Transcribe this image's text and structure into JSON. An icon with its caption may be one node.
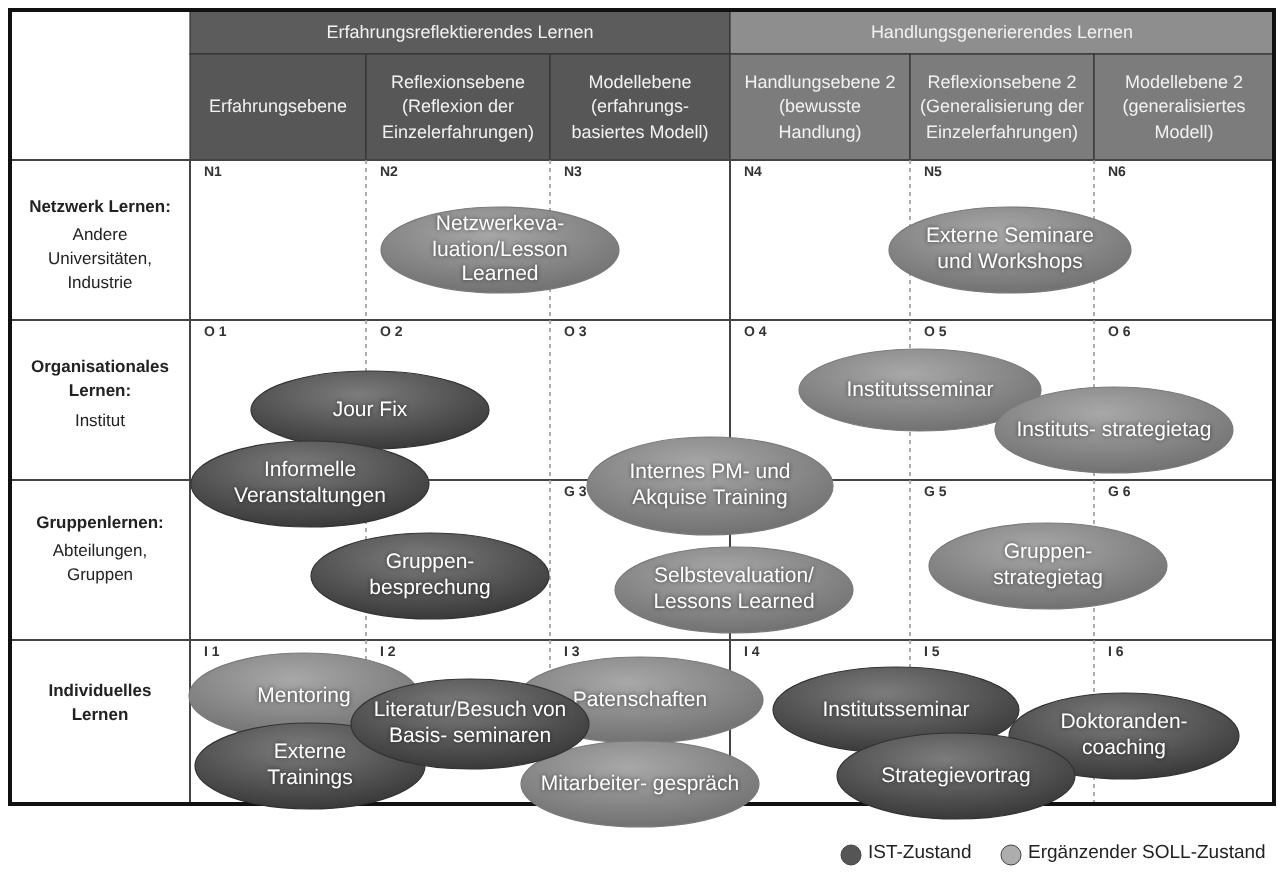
{
  "diagram": {
    "nodes": [
      {
        "text": [
          "Netzwerkeva- luation/Lesson Learned"
        ]
      },
      {
        "text": [
          "Externe Seminare und Workshops"
        ]
      },
      {
        "text": [
          "Jour Fix"
        ]
      },
      {
        "text": [
          "Institutsseminar"
        ]
      },
      {
        "text": [
          "Instituts- strategietag"
        ]
      },
      {
        "text": [
          "Informelle Veranstaltungen"
        ]
      },
      {
        "text": [
          "Internes PM- und Akquise Training"
        ]
      },
      {
        "text": [
          "Gruppen- besprechung"
        ]
      },
      {
        "text": [
          "Selbstevaluation/ Lessons Learned"
        ]
      },
      {
        "text": [
          "Gruppen- strategietag"
        ]
      },
      {
        "text": [
          "Mentoring"
        ]
      },
      {
        "text": [
          "Literatur/Besuch von Basis- seminaren"
        ]
      },
      {
        "text": [
          "Patenschaften"
        ]
      },
      {
        "text": [
          "Institutsseminar"
        ]
      },
      {
        "text": [
          "Doktoranden- coaching"
        ]
      },
      {
        "text": [
          "Externe Trainings"
        ]
      },
      {
        "text": [
          "Mitarbeiter- gespräch"
        ]
      },
      {
        "text": [
          "Strategievortrag"
        ]
      }
    ],
    "labels": [
      "Erfahrungsreflektierendes Lernen",
      "Handlungsgenerierendes Lernen",
      "Erfahrungsebene",
      "Reflexionsebene (Reflexion der Einzelerfahrungen)",
      "Modellebene (erfahrungs- basiertes Modell)",
      "Handlungsebene 2 (bewusste Handlung)",
      "Reflexionsebene 2 (Generalisierung der Einzelerfahrungen)",
      "Modellebene 2 (generalisiertes Modell)",
      "Netzwerk Lernen:",
      "Andere Universitäten, Industrie",
      "N1",
      "N2",
      "N3",
      "N4",
      "N5",
      "N6",
      "Organisationales Lernen:",
      "Institut",
      "O 1",
      "O 2",
      "O 3",
      "O 4",
      "O 5",
      "O 6",
      "Gruppenlernen:",
      "Abteilungen, Gruppen",
      "G 3",
      "G 5",
      "G 6",
      "Individuelles Lernen",
      "I 1",
      "I 2",
      "I 3",
      "I 4",
      "I 5",
      "I 6"
    ],
    "legend": [
      {
        "text": "IST-Zustand",
        "color": "#555555"
      },
      {
        "text": "Ergänzender SOLL-Zustand",
        "color": "#adadad"
      }
    ]
  }
}
